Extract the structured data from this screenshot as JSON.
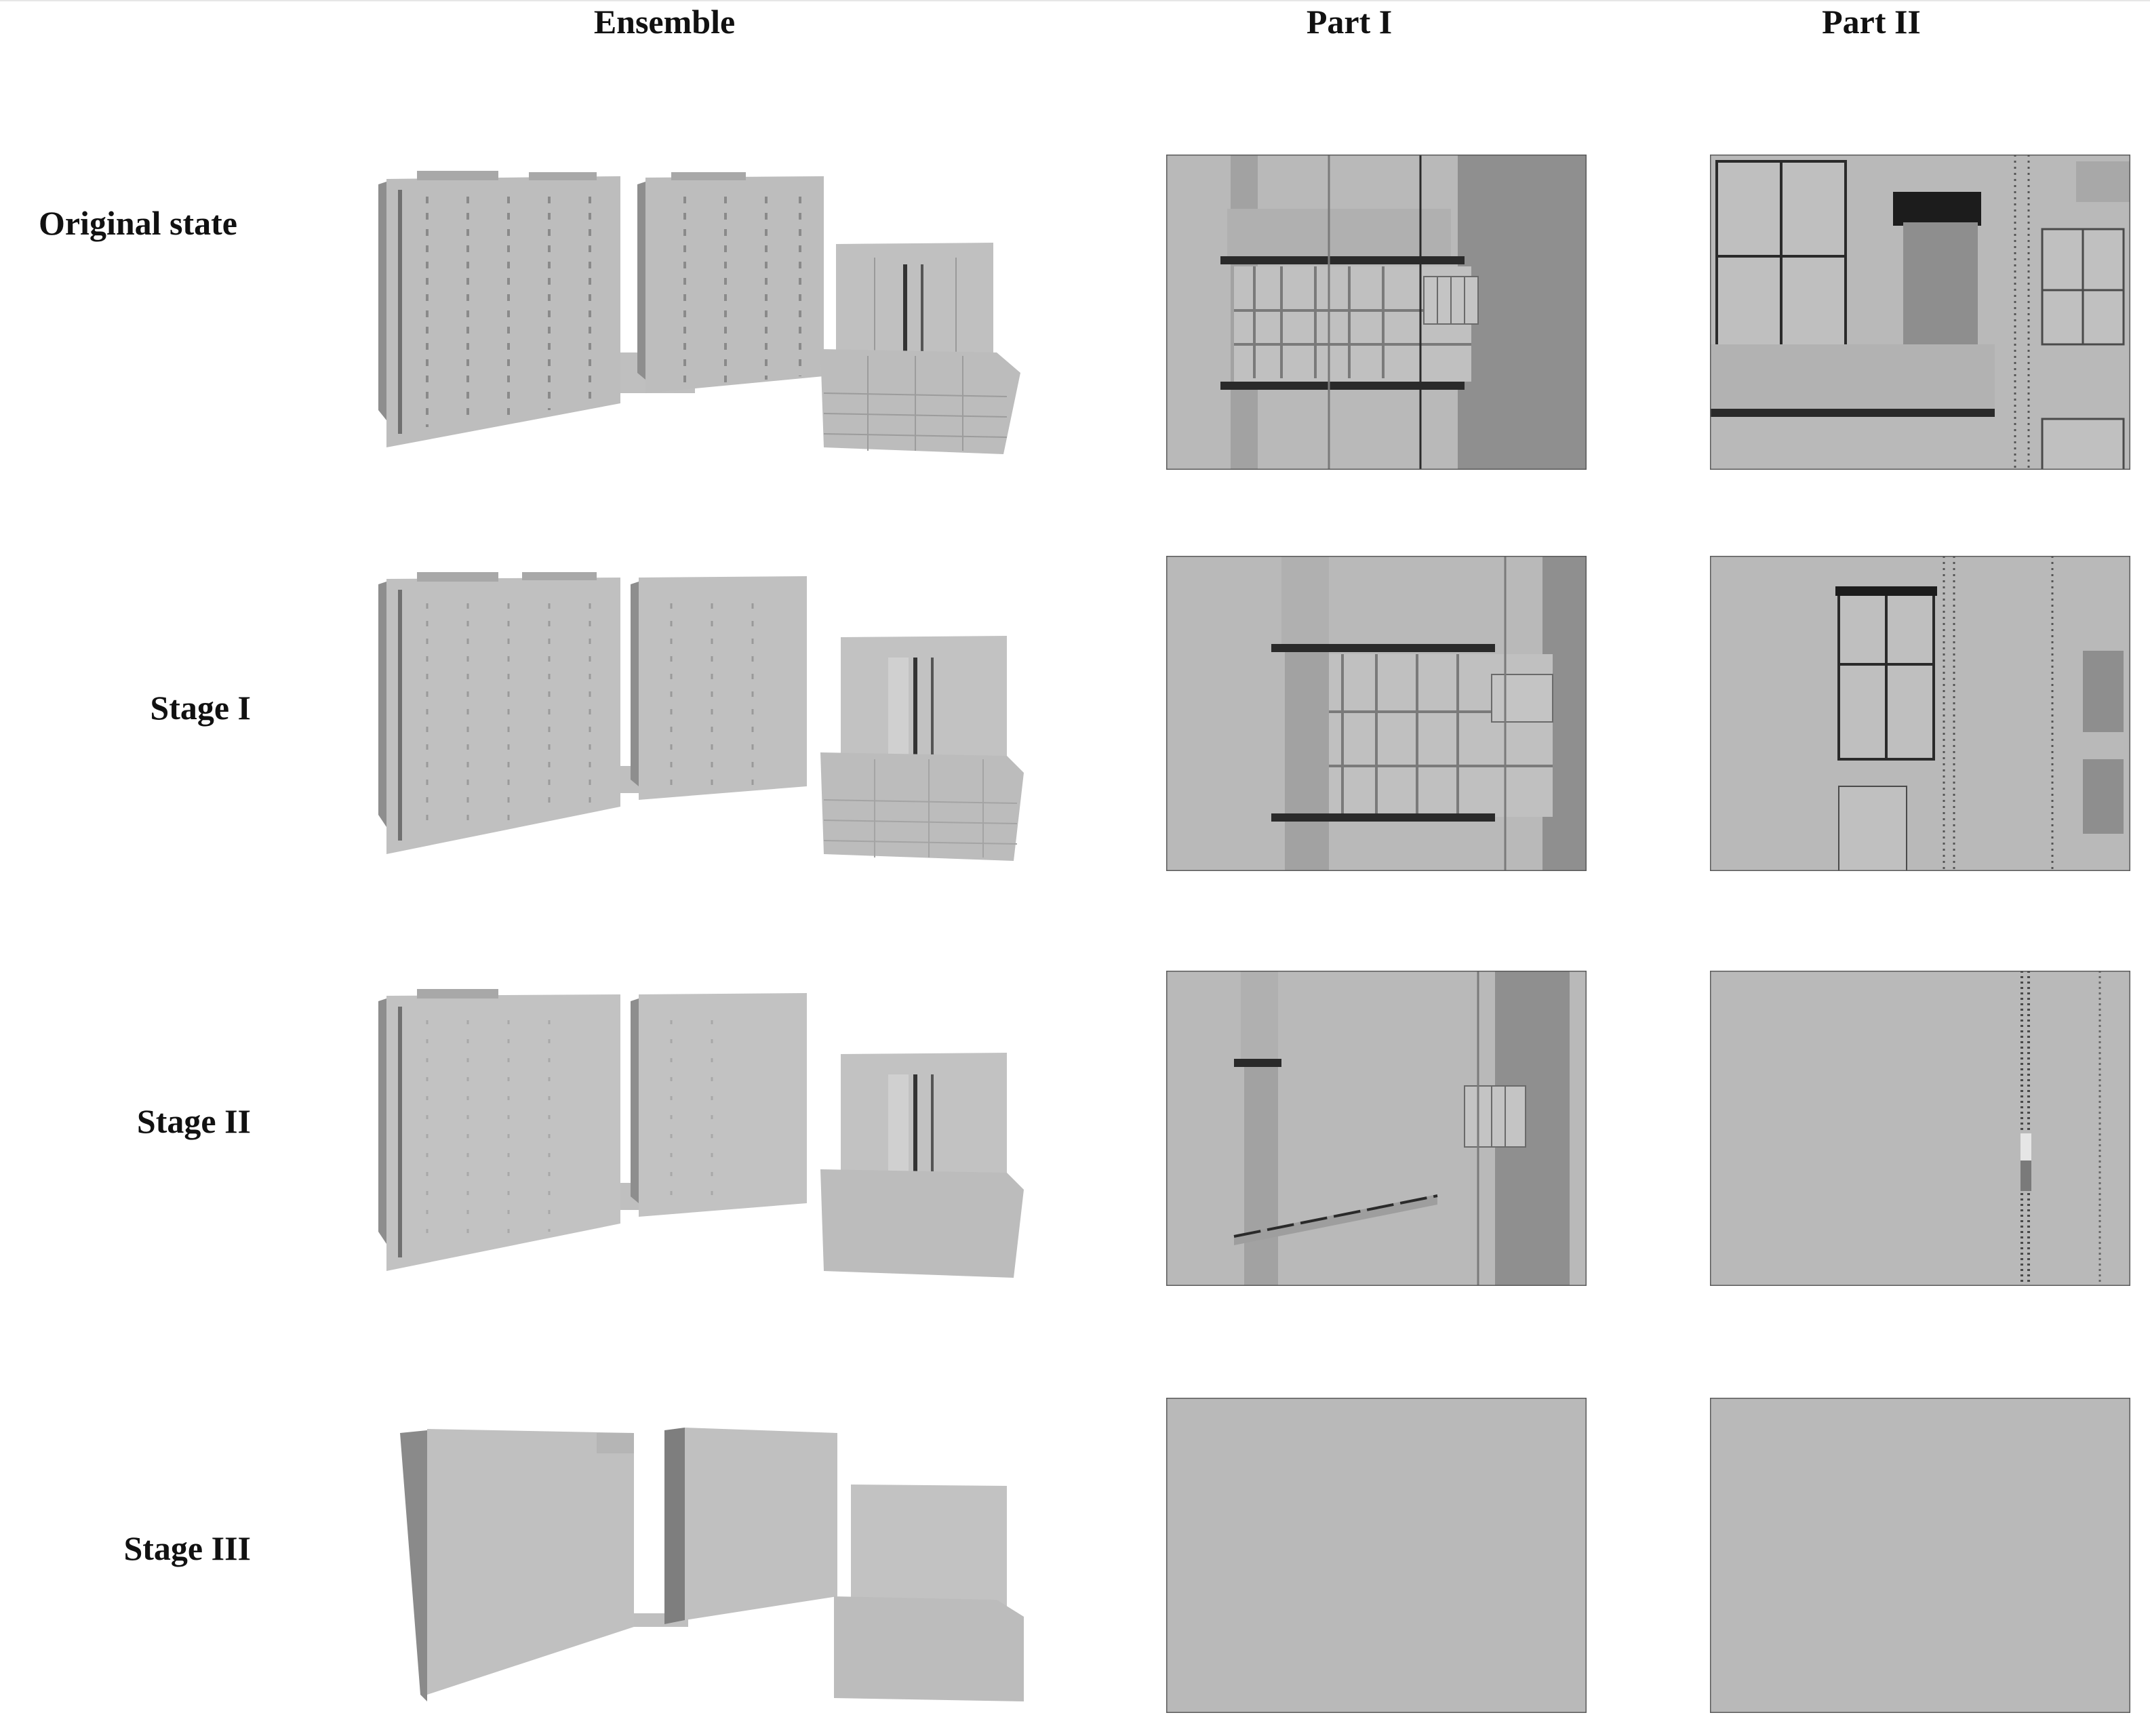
{
  "columns": [
    "Ensemble",
    "Part I",
    "Part II"
  ],
  "rows": [
    "Original state",
    "Stage I",
    "Stage II",
    "Stage III"
  ],
  "colors": {
    "facade": "#b7b7b7",
    "facade_light": "#c2c2c2",
    "shadow": "#8e8e8e",
    "dark": "#2a2a2a",
    "frame_border": "#5a5a5a"
  }
}
